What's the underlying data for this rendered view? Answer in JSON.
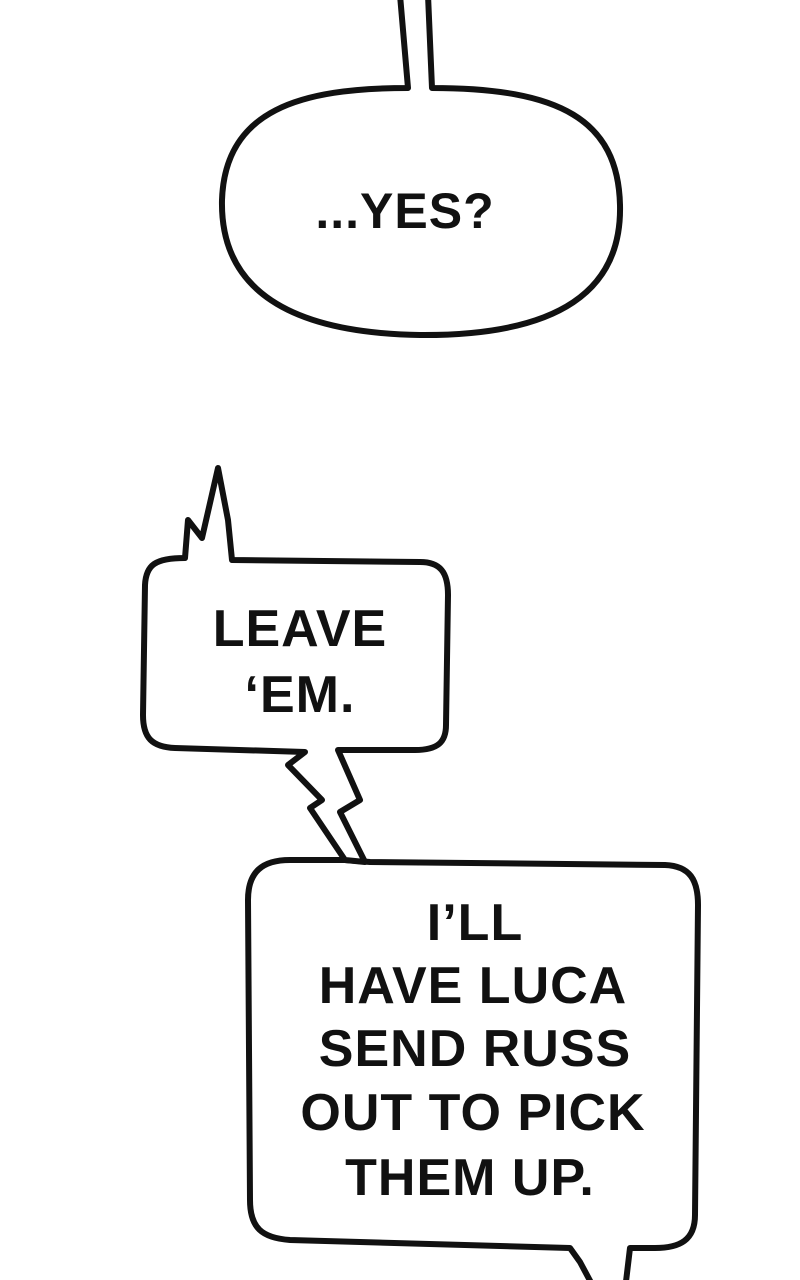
{
  "colors": {
    "background": "#ffffff",
    "ink": "#111111"
  },
  "bubbles": [
    {
      "id": "bubble-yes",
      "lines": [
        "...YES?"
      ]
    },
    {
      "id": "bubble-leave",
      "lines": [
        "LEAVE",
        "‘EM."
      ]
    },
    {
      "id": "bubble-luca",
      "lines": [
        "I’LL",
        "HAVE LUCA",
        "SEND RUSS",
        "OUT TO PICK",
        "THEM UP."
      ]
    }
  ]
}
